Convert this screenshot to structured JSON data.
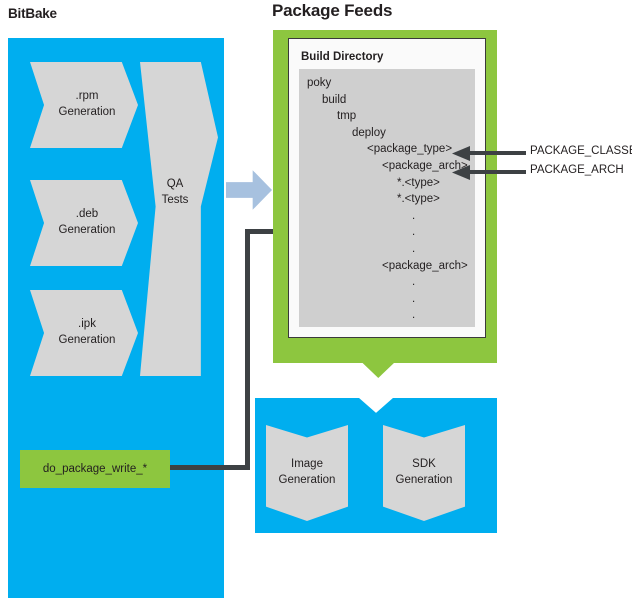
{
  "titles": {
    "bitbake": "BitBake",
    "package_feeds": "Package Feeds"
  },
  "bitbake": {
    "processes": [
      {
        "id": "rpm",
        "line1": ".rpm",
        "line2": "Generation"
      },
      {
        "id": "deb",
        "line1": ".deb",
        "line2": "Generation"
      },
      {
        "id": "ipk",
        "line1": ".ipk",
        "line2": "Generation"
      }
    ],
    "qa": {
      "line1": "QA",
      "line2": "Tests"
    },
    "task": {
      "label": "do_package_write_*"
    }
  },
  "consumers": [
    {
      "id": "image",
      "line1": "Image",
      "line2": "Generation"
    },
    {
      "id": "sdk",
      "line1": "SDK",
      "line2": "Generation"
    }
  ],
  "build_directory": {
    "title": "Build Directory",
    "tree": [
      {
        "indent": 0,
        "text": "poky"
      },
      {
        "indent": 1,
        "text": "build"
      },
      {
        "indent": 2,
        "text": "tmp"
      },
      {
        "indent": 3,
        "text": "deploy"
      },
      {
        "indent": 4,
        "text": "<package_type>"
      },
      {
        "indent": 5,
        "text": "<package_arch>"
      },
      {
        "indent": 6,
        "text": "*.<type>"
      },
      {
        "indent": 6,
        "text": "*.<type>"
      },
      {
        "indent": 7,
        "text": "."
      },
      {
        "indent": 7,
        "text": "."
      },
      {
        "indent": 7,
        "text": "."
      },
      {
        "indent": 5,
        "text": "<package_arch>"
      },
      {
        "indent": 7,
        "text": "."
      },
      {
        "indent": 7,
        "text": "."
      },
      {
        "indent": 7,
        "text": "."
      }
    ]
  },
  "annotations": [
    {
      "id": "package-classes",
      "label": "PACKAGE_CLASSES",
      "target": "<package_type>"
    },
    {
      "id": "package-arch",
      "label": "PACKAGE_ARCH",
      "target": "<package_arch>"
    }
  ],
  "colors": {
    "bitbake_blue": "#00AEEF",
    "package_feeds_green": "#8DC63F",
    "process_gray": "#D6D6D6",
    "tree_panel_gray": "#CFCFCF",
    "wire_dark": "#3D4144",
    "transition_arrow": "#A7C1DF",
    "text": "#231f20"
  }
}
